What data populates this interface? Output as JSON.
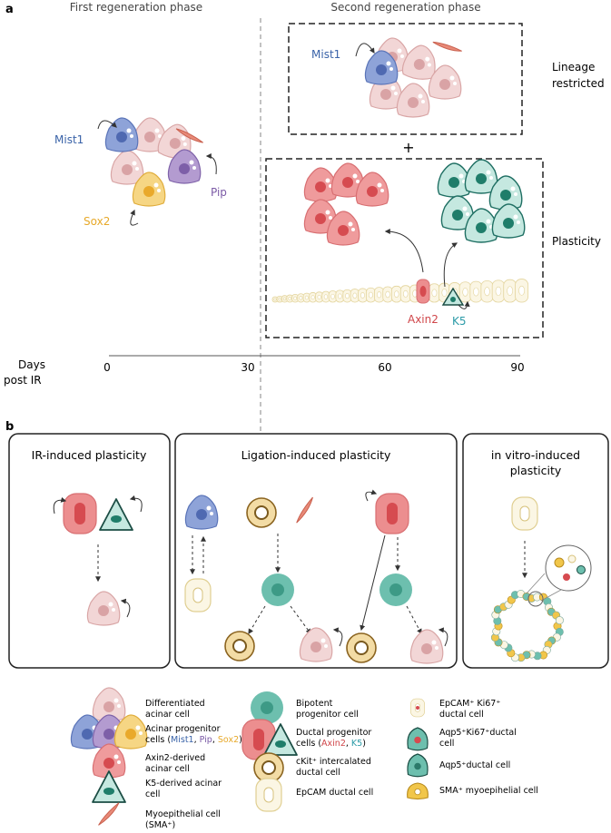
{
  "panel_a": {
    "label": "a",
    "phase1_title": "First regeneration phase",
    "phase2_title": "Second regeneration phase",
    "mist1": "Mist1",
    "pip": "Pip",
    "sox2": "Sox2",
    "lineage_restricted_1": "Lineage",
    "lineage_restricted_2": "restricted",
    "plus": "+",
    "plasticity": "Plasticity",
    "axin2": "Axin2",
    "k5": "K5",
    "days_1": "Days",
    "days_2": "post IR",
    "ticks": [
      "0",
      "30",
      "60",
      "90"
    ]
  },
  "panel_b": {
    "label": "b",
    "box1_title": "IR-induced plasticity",
    "box2_title": "Ligation-induced plasticity",
    "box3_title_1": "in vitro-induced",
    "box3_title_2": "plasticity"
  },
  "legend": {
    "col1": [
      {
        "l1": "Differentiated",
        "l2": "acinar cell"
      },
      {
        "l1": "Acinar progenitor",
        "l2": "cells (",
        "mist1": "Mist1",
        "sep1": ", ",
        "pip": "Pip",
        "sep2": ", ",
        "sox2": "Sox2",
        "end": ")"
      },
      {
        "l1": "Axin2-derived",
        "l2": "acinar cell"
      },
      {
        "l1": "K5-derived acinar",
        "l2": "cell"
      },
      {
        "l1": "Myoepithelial cell",
        "l2": "(SMA⁺)"
      }
    ],
    "col2": [
      {
        "l1": "Bipotent",
        "l2": "progenitor cell"
      },
      {
        "l1": "Ductal progenitor",
        "l2": "cells (",
        "axin2": "Axin2",
        "sep": ", ",
        "k5": "K5",
        "end": ")"
      },
      {
        "l1": "cKit⁺ intercalated",
        "l2": "ductal cell"
      },
      {
        "l1": "EpCAM ductal cell",
        "l2": ""
      }
    ],
    "col3": [
      {
        "l1": "EpCAM⁺ Ki67⁺",
        "l2": "ductal cell"
      },
      {
        "l1": "Aqp5⁺Ki67⁺ductal",
        "l2": "cell"
      },
      {
        "l1": "Aqp5⁺ductal cell",
        "l2": ""
      },
      {
        "l1": "SMA⁺ myoepihelial cell",
        "l2": ""
      }
    ]
  },
  "colors": {
    "mist1": "#3a63a8",
    "pip": "#7b5aa6",
    "sox2": "#e7a92a",
    "axin2": "#d0464a",
    "k5": "#2a9aa7",
    "pink": "#f2d6d6",
    "red": "#e8878a",
    "teal": "#6dbfae",
    "duct": "#fbf6e4"
  }
}
